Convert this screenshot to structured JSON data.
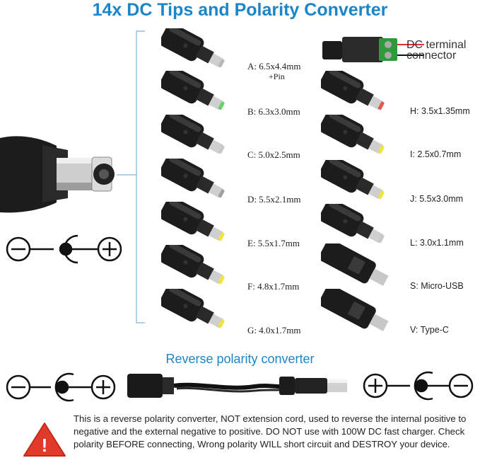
{
  "title": "14x DC Tips and Polarity Converter",
  "terminal": {
    "line1": "DC terminal",
    "line2": "connector"
  },
  "tips_left": [
    {
      "label": "A: 6.5x4.4mm",
      "sub": "+Pin",
      "tip_color": "#b8b8b8"
    },
    {
      "label": "B: 6.3x3.0mm",
      "tip_color": "#6bd06b"
    },
    {
      "label": "C: 5.0x2.5mm",
      "tip_color": "#c8c8c8"
    },
    {
      "label": "D: 5.5x2.1mm",
      "tip_color": "#a0a0a0"
    },
    {
      "label": "E: 5.5x1.7mm",
      "tip_color": "#f2e23a"
    },
    {
      "label": "F: 4.8x1.7mm",
      "tip_color": "#f2e23a"
    },
    {
      "label": "G: 4.0x1.7mm",
      "tip_color": "#f2e23a"
    }
  ],
  "tips_right": [
    {
      "label": "H: 3.5x1.35mm",
      "tip_color": "#e05a4a"
    },
    {
      "label": "I: 2.5x0.7mm",
      "tip_color": "#f2e23a"
    },
    {
      "label": "J: 5.5x3.0mm",
      "tip_color": "#f2e23a"
    },
    {
      "label": "L: 3.0x1.1mm",
      "tip_color": "#c8c8c8"
    },
    {
      "label": "S: Micro-USB",
      "tip_color": "#c8c8c8"
    },
    {
      "label": "V: Type-C",
      "tip_color": "#c8c8c8"
    }
  ],
  "subtitle": "Reverse polarity converter",
  "warning": "This is a reverse polarity converter, NOT extension cord, used to reverse the internal positive to negative and the external negative to positive. DO NOT use with 100W DC fast charger. Check polarity BEFORE connecting, Wrong polarity WILL short circuit and DESTROY your device.",
  "warning_icon_symbol": "!",
  "colors": {
    "accent": "#1a86c8",
    "bracket": "#7fb6d6",
    "warning_red": "#e23a2a"
  }
}
